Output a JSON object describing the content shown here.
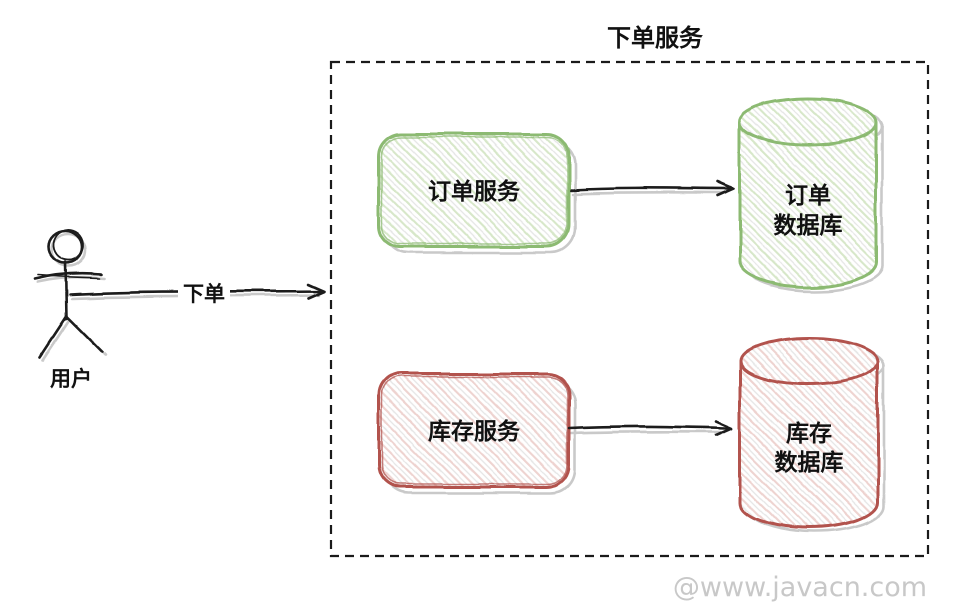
{
  "diagram": {
    "boundary": {
      "title": "下单服务"
    },
    "actor": {
      "label": "用户"
    },
    "arrows": {
      "user_to_boundary": {
        "label": "下单"
      }
    },
    "nodes": {
      "order_service": {
        "label": "订单服务"
      },
      "order_db": {
        "label_line1": "订单",
        "label_line2": "数据库"
      },
      "inventory_service": {
        "label": "库存服务"
      },
      "inventory_db": {
        "label_line1": "库存",
        "label_line2": "数据库"
      }
    },
    "watermark": "@www.javacn.com"
  },
  "colors": {
    "green": "#8cba72",
    "red": "#b2534d",
    "ink": "#1d1d1d",
    "shadow": "#c9c9c9",
    "boundary_border": "#1a1a1a",
    "watermark": "#c8c8c8"
  }
}
